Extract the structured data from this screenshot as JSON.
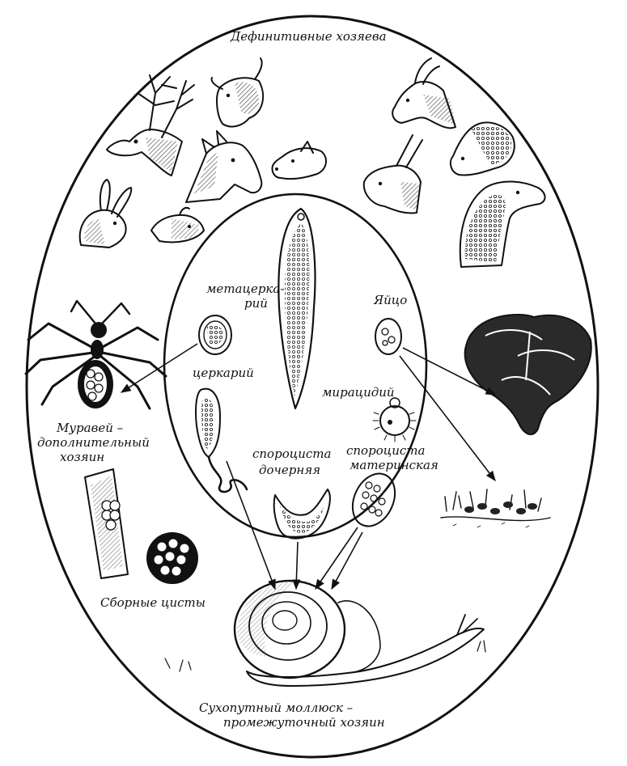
{
  "labels": {
    "definitive_hosts": "Дефинитивные хозяева",
    "metacercaria_1": "метацерка-",
    "metacercaria_2": "рий",
    "cercaria": "церкарий",
    "egg": "Яйцо",
    "miracidium": "мирацидий",
    "sporocyst_mother_1": "спороциста",
    "sporocyst_mother_2": "материнская",
    "sporocyst_daughter_1": "спороциста",
    "sporocyst_daughter_2": "дочерняя",
    "ant_1": "Муравей –",
    "ant_2": "дополнительный",
    "ant_3": "хозяин",
    "cysts": "Сборные цисты",
    "snail_1": "Сухопутный моллюск –",
    "snail_2": "промежуточный хозяин"
  },
  "icons": [
    "deer",
    "cow",
    "goat",
    "sheep",
    "horse",
    "pig",
    "donkey",
    "rabbit",
    "rodent",
    "camel",
    "ant",
    "liver",
    "snail",
    "fluke"
  ]
}
